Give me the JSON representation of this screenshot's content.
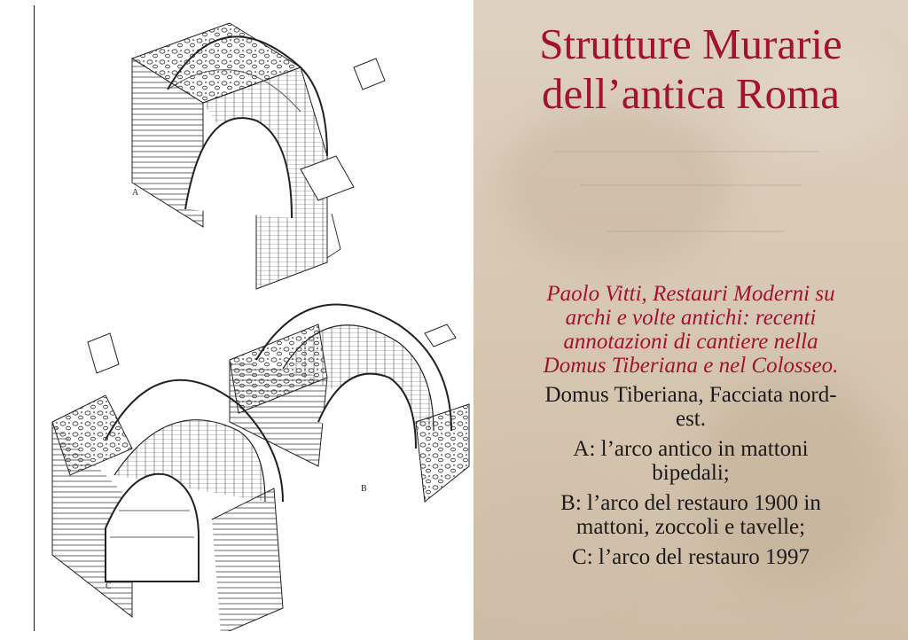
{
  "slide": {
    "title_lines": [
      "Strutture Murarie",
      "dell’antica Roma"
    ],
    "citation_lines": [
      "Paolo Vitti, Restauri Moderni su",
      "archi  e volte antichi: recenti",
      "annotazioni di cantiere nella",
      "Domus Tiberiana e nel Colosseo."
    ],
    "caption_lines": [
      "Domus Tiberiana, Facciata nord-",
      "est.",
      "A: l’arco antico in mattoni",
      "bipedali;",
      "B: l’arco del restauro 1900 in",
      "mattoni, zoccoli e tavelle;",
      "C: l’arco del restauro 1997"
    ]
  },
  "figure": {
    "labels": {
      "a": "A",
      "b": "B",
      "c": "C"
    }
  },
  "colors": {
    "title": "#a3122f",
    "text": "#1a1a1a",
    "paper": "#d8c9b4"
  }
}
